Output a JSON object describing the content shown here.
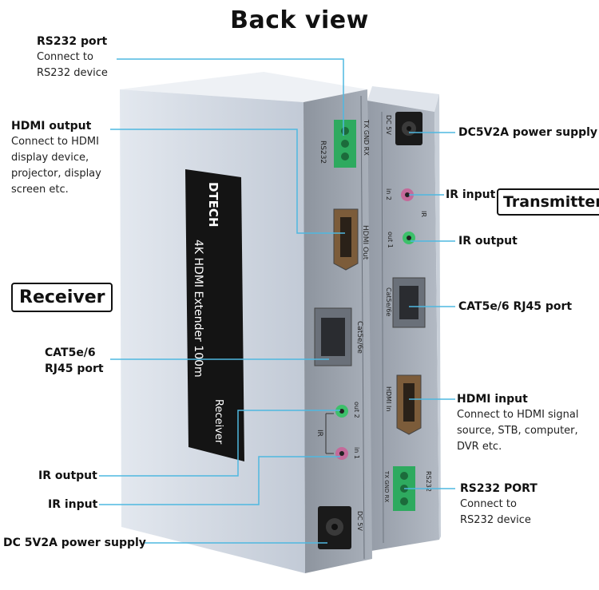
{
  "title": "Back view",
  "boxes": {
    "receiver": "Receiver",
    "transmitter": "Transmitter"
  },
  "device": {
    "brand": "DTECH",
    "product": "4K HDMI Extender 100m",
    "unit": "Receiver",
    "receiver_ports": {
      "rs232": "RS232",
      "rs232_pins": "TX GND RX",
      "hdmi": "HDMI Out",
      "cat": "Cat5e/6e",
      "ir": "IR",
      "out": "out 2",
      "in": "in 1",
      "dc": "DC 5V"
    },
    "transmitter_ports": {
      "dc": "DC 5V",
      "in": "in 2",
      "ir": "IR",
      "out": "out 1",
      "cat": "Cat5e/6e",
      "hdmi": "HDMI In",
      "rs232": "RS232",
      "rs232_pins": "TX GND RX"
    }
  },
  "left": {
    "rs232": {
      "title": "RS232 port",
      "lines": [
        "Connect to",
        "RS232 device"
      ]
    },
    "hdmi_out": {
      "title": "HDMI output",
      "lines": [
        "Connect to HDMI",
        "display device,",
        "projector, display",
        "screen etc."
      ]
    },
    "cat": {
      "lines": [
        "CAT5e/6",
        "RJ45 port"
      ]
    },
    "ir_output": "IR output",
    "ir_input": "IR input",
    "dc": "DC 5V2A power supply"
  },
  "right": {
    "dc": "DC5V2A power supply",
    "ir_input": "IR input",
    "ir_output": "IR output",
    "cat": "CAT5e/6 RJ45 port",
    "hdmi_in": {
      "title": "HDMI input",
      "lines": [
        "Connect to HDMI signal",
        "source, STB, computer,",
        "DVR etc."
      ]
    },
    "rs232": {
      "title": "RS232 PORT",
      "lines": [
        "Connect to",
        "RS232 device"
      ]
    }
  },
  "colors": {
    "line": "#4fb8e0",
    "housing": "#c9d2de",
    "panel": "#9aa2ad",
    "terminal": "#2eaa5f"
  }
}
